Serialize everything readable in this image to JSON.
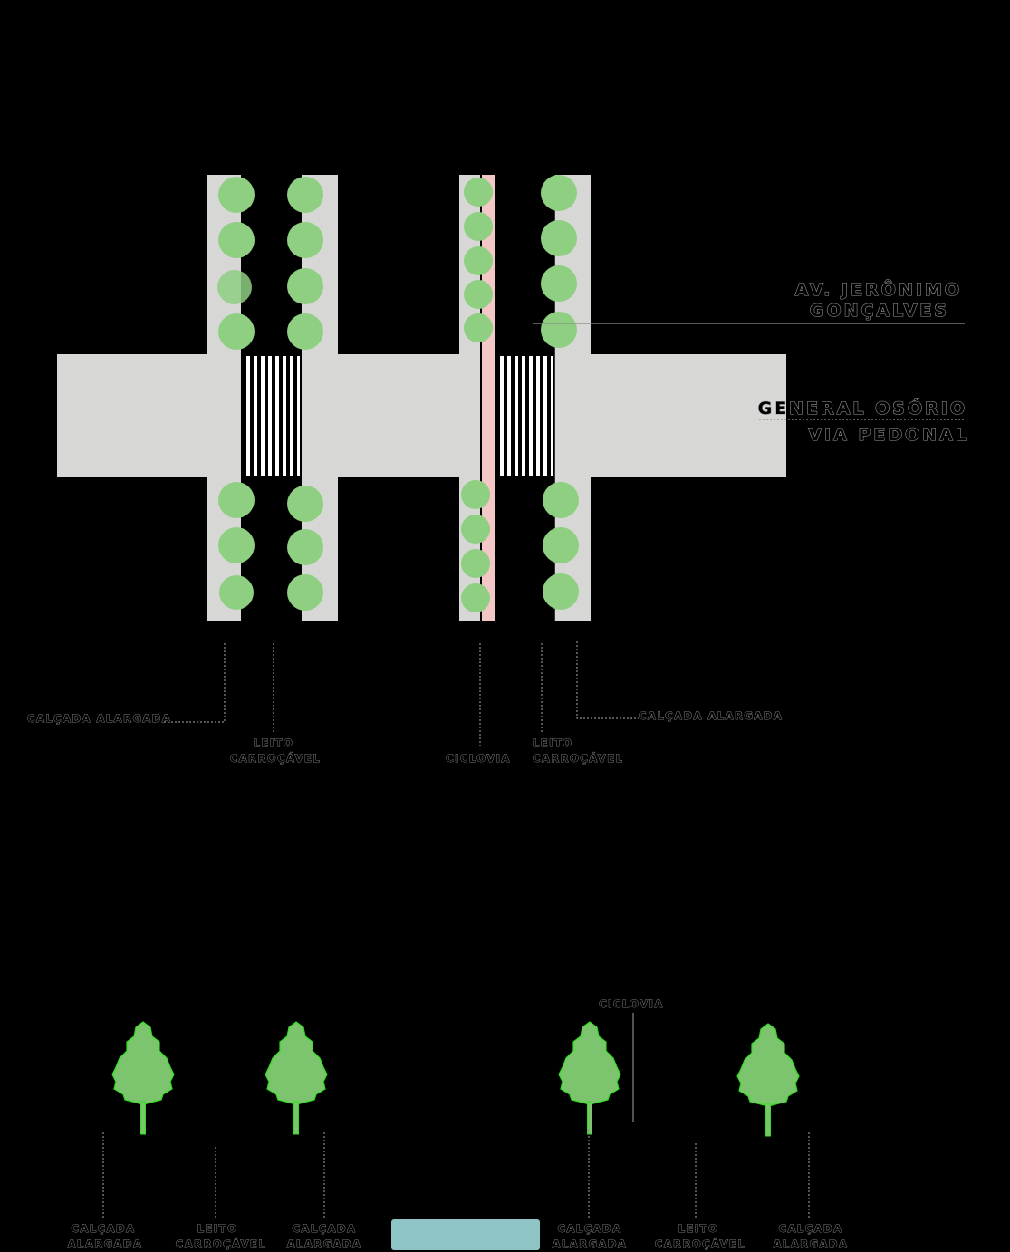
{
  "plan": {
    "street_labels": {
      "av_line1": "AV. JERÔNIMO",
      "av_line2": "GONÇALVES",
      "gen_line1": "GENERAL OSÓRIO",
      "gen_line2": "VIA PEDONAL"
    },
    "callouts": {
      "calcada_left": "CALÇADA ALARGADA",
      "leito_left_1": "LEITO",
      "leito_left_2": "CARROÇÁVEL",
      "ciclovia": "CICLOVIA",
      "leito_right_1": "LEITO",
      "leito_right_2": "CARROÇÁVEL",
      "calcada_right": "CALÇADA ALARGADA"
    }
  },
  "section": {
    "ciclovia": "CICLOVIA",
    "labels": [
      {
        "line1": "CALÇADA",
        "line2": "ALARGADA"
      },
      {
        "line1": "LEITO",
        "line2": "CARROÇÁVEL"
      },
      {
        "line1": "CALÇADA",
        "line2": "ALARGADA"
      },
      {
        "line1": "CALÇADA",
        "line2": "ALARGADA"
      },
      {
        "line1": "LEITO",
        "line2": "CARROÇÁVEL"
      },
      {
        "line1": "CALÇADA",
        "line2": "ALARGADA"
      }
    ]
  },
  "colors": {
    "ground": "#d7d8d6",
    "tree": "#8fcf82",
    "bike_lane": "#f4c7c7",
    "median": "#8fc4c6"
  }
}
